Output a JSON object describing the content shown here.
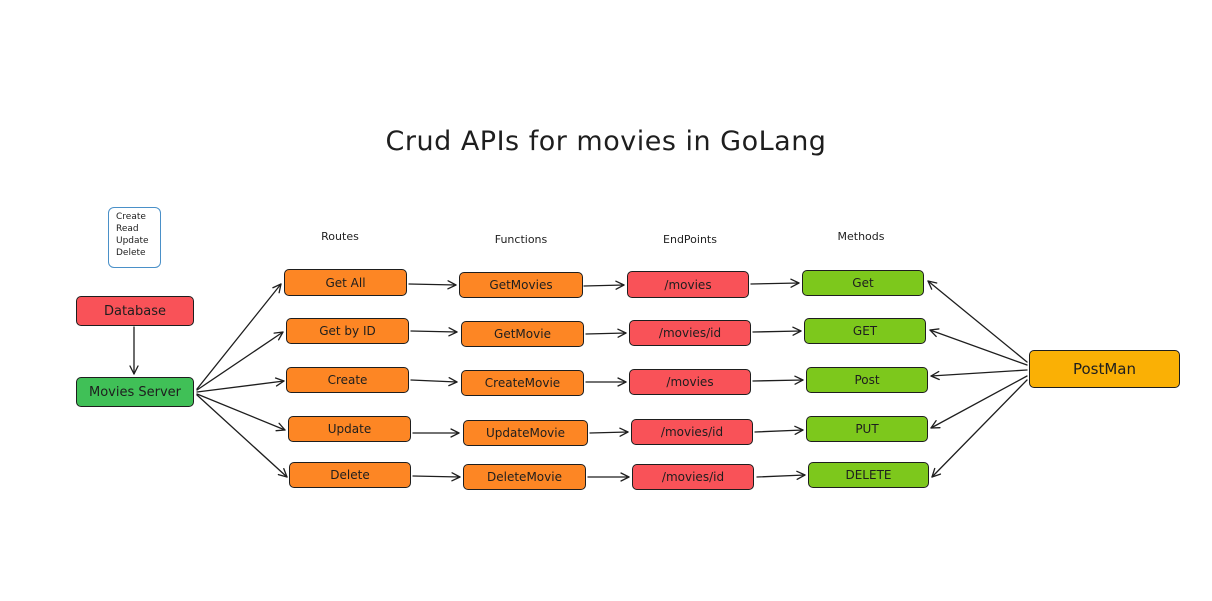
{
  "title": "Crud APIs for movies in GoLang",
  "note": {
    "lines": [
      "Create",
      "Read",
      "Update",
      "Delete"
    ]
  },
  "columns": {
    "routes": "Routes",
    "functions": "Functions",
    "endpoints": "EndPoints",
    "methods": "Methods"
  },
  "database": "Database",
  "server": "Movies Server",
  "client": "PostMan",
  "rows": [
    {
      "route": "Get All",
      "function": "GetMovies",
      "endpoint": "/movies",
      "method": "Get"
    },
    {
      "route": "Get by ID",
      "function": "GetMovie",
      "endpoint": "/movies/id",
      "method": "GET"
    },
    {
      "route": "Create",
      "function": "CreateMovie",
      "endpoint": "/movies",
      "method": "Post"
    },
    {
      "route": "Update",
      "function": "UpdateMovie",
      "endpoint": "/movies/id",
      "method": "PUT"
    },
    {
      "route": "Delete",
      "function": "DeleteMovie",
      "endpoint": "/movies/id",
      "method": "DELETE"
    }
  ],
  "colors": {
    "route": "#fd8624",
    "function": "#fd8624",
    "endpoint": "#f95258",
    "method": "#7dc81c",
    "database": "#f95258",
    "server": "#40c057",
    "client": "#fab005"
  }
}
